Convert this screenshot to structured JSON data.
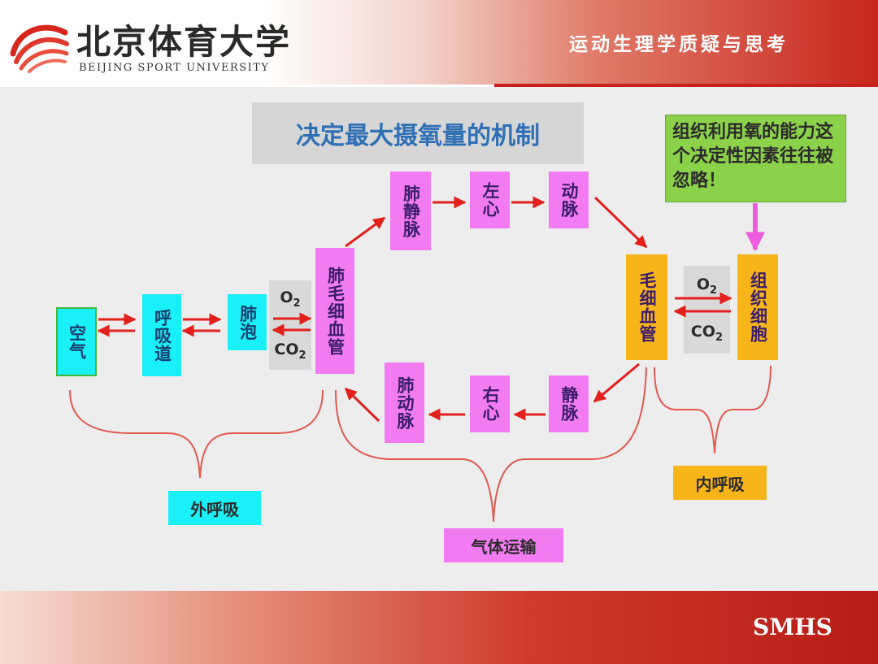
{
  "header": {
    "university_cn": "北京体育大学",
    "university_en": "BEIJING SPORT UNIVERSITY",
    "course_title": "运动生理学质疑与思考"
  },
  "footer": {
    "logo": "SMHS"
  },
  "diagram": {
    "title": "决定最大摄氧量的机制",
    "note": "组织利用氧的能力这个决定性因素往往被忽略！",
    "nodes": {
      "air": "空气",
      "airway": "呼吸道",
      "alveoli": "肺泡",
      "pulmonary_capillary": "肺毛细血管",
      "pulmonary_vein": "肺静脉",
      "left_heart": "左心",
      "artery": "动脉",
      "tissue_capillary": "毛细血管",
      "tissue_cell": "组织细胞",
      "vein": "静脉",
      "right_heart": "右心",
      "pulmonary_artery": "肺动脉"
    },
    "gases": {
      "o2": {
        "base": "O",
        "sub": "2"
      },
      "co2": {
        "base": "CO",
        "sub": "2"
      }
    },
    "groups": {
      "external_respiration": "外呼吸",
      "gas_transport": "气体运输",
      "internal_respiration": "内呼吸"
    },
    "colors": {
      "cyan": "#19f0f7",
      "magenta": "#f27bf2",
      "orange": "#f8b519",
      "note_green": "#8cd14a",
      "arrow_red": "#e2201c",
      "bracket_red": "#e05a50",
      "note_arrow": "#ee5cdd",
      "title_blue": "#2f6fb5"
    }
  }
}
